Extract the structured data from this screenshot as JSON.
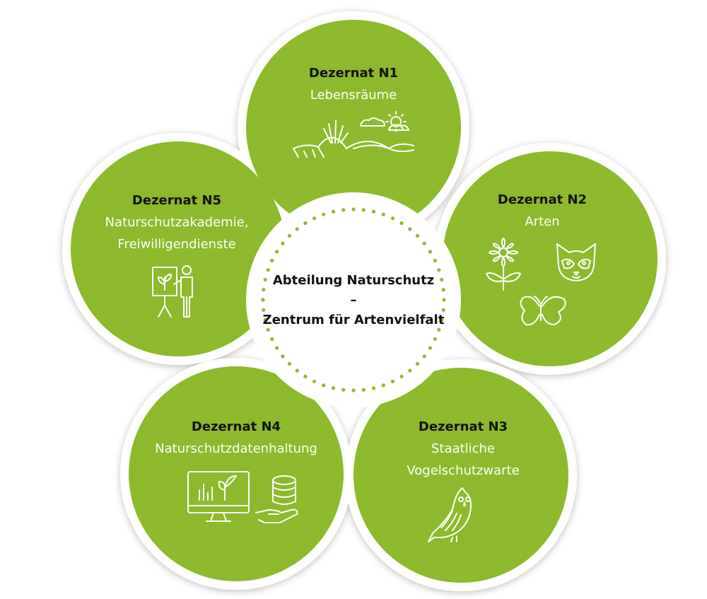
{
  "center": {
    "line1": "Abteilung Naturschutz",
    "dash": "–",
    "line2": "Zentrum für Artenvielfalt"
  },
  "petals": [
    {
      "title": "Dezernat N1",
      "subtitle": [
        "Lebensräume"
      ],
      "icon": "landscape-icon"
    },
    {
      "title": "Dezernat N2",
      "subtitle": [
        "Arten"
      ],
      "icon": [
        "flower-icon",
        "raccoon-icon",
        "butterfly-icon"
      ]
    },
    {
      "title": "Dezernat N3",
      "subtitle": [
        "Staatliche",
        "Vogelschutzwarte"
      ],
      "icon": "owl-icon"
    },
    {
      "title": "Dezernat N4",
      "subtitle": [
        "Naturschutzdatenhaltung"
      ],
      "icon": [
        "monitor-chart-icon",
        "database-hand-icon"
      ]
    },
    {
      "title": "Dezernat N5",
      "subtitle": [
        "Naturschutzakademie,",
        "Freiwilligendienste"
      ],
      "icon": "presenter-icon"
    }
  ],
  "colors": {
    "petal": "#8cba2c",
    "ring": "#ffffff",
    "dots": "#8cba2c",
    "title_text": "#111111",
    "subtitle_text": "#ffffff"
  }
}
